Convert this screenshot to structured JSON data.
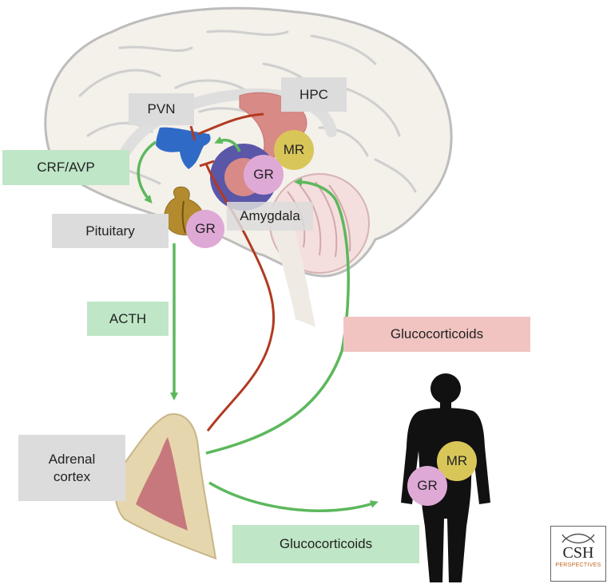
{
  "labels": {
    "pvn": "PVN",
    "hpc": "HPC",
    "crf_avp": "CRF/AVP",
    "amygdala": "Amygdala",
    "pituitary": "Pituitary",
    "acth": "ACTH",
    "glucocorticoids_upper": "Glucocorticoids",
    "adrenal_cortex": "Adrenal\ncortex",
    "glucocorticoids_lower": "Glucocorticoids"
  },
  "receptors": {
    "mr_hpc": "MR",
    "gr_amygdala": "GR",
    "gr_pituitary": "GR",
    "mr_body": "MR",
    "gr_body": "GR"
  },
  "logo": {
    "text": "CSH",
    "subtext": "PERSPECTIVES"
  },
  "colors": {
    "stimulation_arrow": "#5cb85c",
    "inhibition_line": "#b23a22",
    "gr_circle": "#dfa9d6",
    "mr_circle": "#d9c659",
    "pvn": "#2f6bc6",
    "pituitary": "#b38a2e",
    "hpc": "#d88a86",
    "amygdala_ring": "#5a56a8",
    "adrenal": "#e6d6ae",
    "body": "#111111"
  }
}
